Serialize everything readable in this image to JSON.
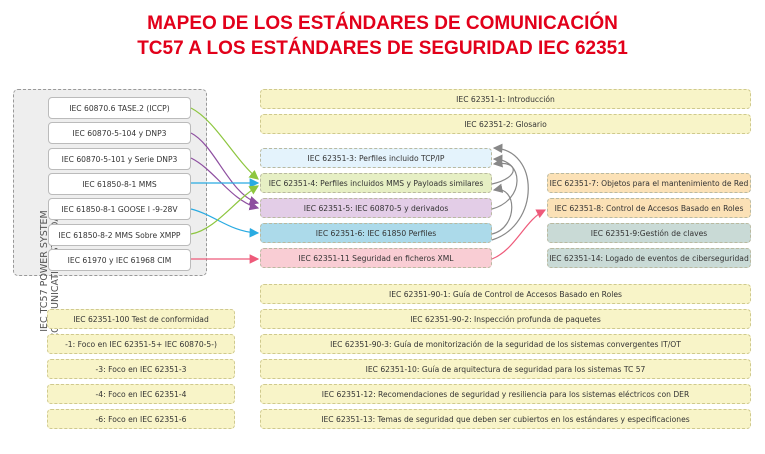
{
  "title": {
    "line1": "MAPEO DE LOS ESTÁNDARES DE COMUNICACIÓN",
    "line2": "TC57 A LOS ESTÁNDARES DE SEGURIDAD IEC 62351"
  },
  "group_label": {
    "line1": "IEC TC57 POWER SYSTEM",
    "line2": "COMMUNICATION STANDARS"
  },
  "left_standards": [
    "IEC 60870.6 TASE.2 (ICCP)",
    "IEC 60870-5-104 y DNP3",
    "IEC 60870-5-101 y Serie DNP3",
    "IEC 61850-8-1 MMS",
    "IEC 61850-8-1 GOOSE I -9-28V",
    "IEC 61850-8-2 MMS Sobre XMPP",
    "IEC 61970 y IEC 61968 CIM"
  ],
  "top": [
    "IEC 62351-1: Introducción",
    "IEC 62351-2: Glosario"
  ],
  "middle": [
    "IEC 62351-3: Perfiles incluido TCP/IP",
    "IEC 62351-4: Perfiles incluidos MMS y Payloads similares",
    "IEC 62351-5: IEC 60870-5 y derivados",
    "IEC 62351-6: IEC 61850 Perfiles",
    "IEC 62351-11 Seguridad en ficheros XML"
  ],
  "right": [
    "IEC 62351-7: Objetos para el mantenimiento de Red",
    "IEC 62351-8: Control de Accesos Basado en Roles",
    "IEC 62351-9:Gestión de claves",
    "IEC 62351-14: Logado de eventos de ciberseguridad"
  ],
  "bottom": [
    "IEC 62351-90-1: Guía de Control de Accesos Basado en Roles",
    "IEC 62351-90-2: Inspección profunda de paquetes",
    "IEC 62351-90-3: Guía de monitorización de la seguridad de los sistemas convergentes IT/OT",
    "IEC 62351-10: Guía de arquitectura de seguridad para los sistemas TC 57",
    "IEC 62351-12: Recomendaciones de seguridad y resiliencia para los sistemas eléctricos con DER",
    "IEC 62351-13: Temas de seguridad que deben ser cubiertos en los estándares y especificaciones"
  ],
  "conformance": [
    "IEC 62351-100 Test de conformidad",
    "-1: Foco en IEC 62351-5+ IEC 60870-5-)",
    "-3: Foco en IEC 62351-3",
    "-4: Foco en IEC 62351-4",
    "-6: Foco en IEC 62351-6"
  ],
  "colors": {
    "title": "#e2001a",
    "green": "#8dc63f",
    "purple": "#8e4fa0",
    "blue": "#29abe2",
    "pink": "#ee5a7a",
    "gray": "#888888"
  }
}
